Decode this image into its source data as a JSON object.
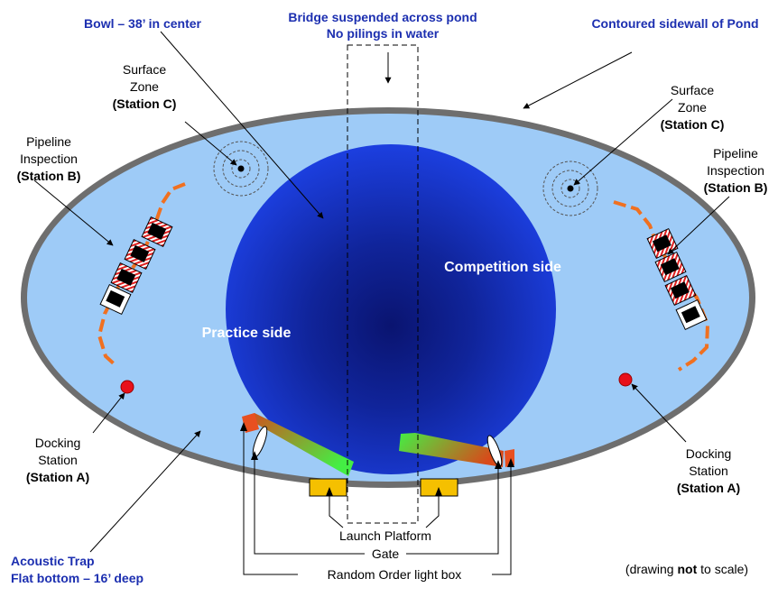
{
  "colors": {
    "pond_fill": "#9ecbf7",
    "pond_rim": "#6e6e6e",
    "bowl_edge": "#1c3fe0",
    "bowl_core": "#0a1470",
    "title_blue": "#1c2fb0",
    "pipeline": "#f07020",
    "docking": "#e8101a",
    "launch": "#f5c000",
    "light_box": "#e85020",
    "gate_green": "#44ee44"
  },
  "icons": [
    "surface-zone-target-icon",
    "docking-station-marker-icon",
    "pipeline-segment-icon"
  ],
  "labels": {
    "bowl": "Bowl – 38’ in center",
    "bridge_l1": "Bridge suspended across pond",
    "bridge_l2": "No pilings in water",
    "sidewall": "Contoured sidewall of Pond",
    "surface_left_l1": "Surface",
    "surface_left_l2": "Zone",
    "surface_left_l3": "(Station C)",
    "surface_right_l1": "Surface",
    "surface_right_l2": "Zone",
    "surface_right_l3": "(Station C)",
    "pipeline_left_l1": "Pipeline",
    "pipeline_left_l2": "Inspection",
    "pipeline_left_l3": "(Station B)",
    "pipeline_right_l1": "Pipeline",
    "pipeline_right_l2": "Inspection",
    "pipeline_right_l3": "(Station B)",
    "competition": "Competition side",
    "practice": "Practice side",
    "docking_left_l1": "Docking",
    "docking_left_l2": "Station",
    "docking_left_l3": "(Station A)",
    "docking_right_l1": "Docking",
    "docking_right_l2": "Station",
    "docking_right_l3": "(Station A)",
    "acoustic_l1": "Acoustic Trap",
    "acoustic_l2": "Flat bottom – 16’ deep",
    "launch": "Launch Platform",
    "gate": "Gate",
    "light_box": "Random Order light box",
    "scale_pre": "(drawing ",
    "scale_bold": "not",
    "scale_post": " to scale)"
  }
}
